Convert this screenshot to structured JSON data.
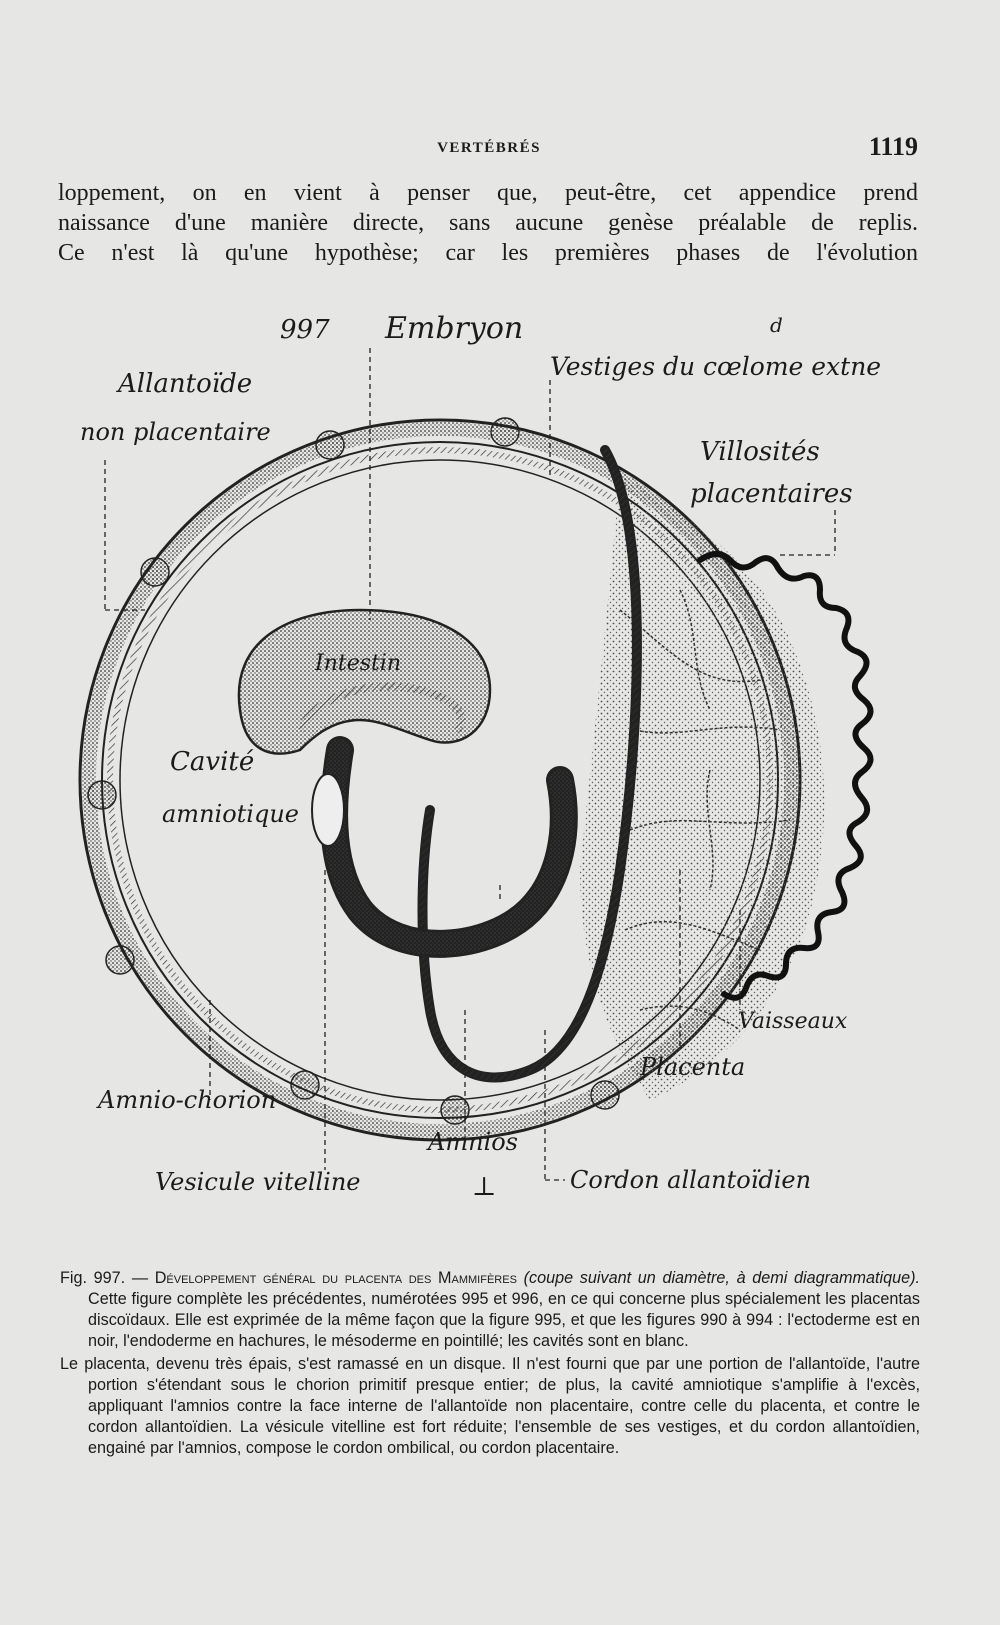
{
  "header": {
    "running_head": "VERTÉBRÉS",
    "page_number": "1119"
  },
  "body": {
    "lines": [
      "loppement, on en vient à penser que, peut-être, cet appendice prend",
      "naissance d'une manière directe, sans aucune genèse préalable de replis.",
      "Ce n'est là qu'une hypothèse; car les premières phases de l'évolution"
    ]
  },
  "figure": {
    "labels": {
      "fig_number": "997",
      "embryon": "Embryon",
      "allantoide": "Allantoïde",
      "non_placentaire": "non placentaire",
      "vestiges": "Vestiges du cœlome extne",
      "villosites": "Villosités",
      "placentaires": "placentaires",
      "intestin": "Intestin",
      "cavite": "Cavité",
      "amniotique": "amniotique",
      "vaisseaux": "Vaisseaux",
      "placenta": "Placenta",
      "amnio_chorion": "Amnio-chorion",
      "amnios": "Amnios",
      "vesicule": "Vesicule vitelline",
      "cordon": "Cordon allantoïdien",
      "d_mark": "d",
      "bottom_mark": "⊥"
    }
  },
  "caption": {
    "fig_ref": "Fig. 997. — ",
    "title_sc": "Développement général du placenta des Mammifères",
    "title_italic": " (coupe suivant un diamètre, à demi diagrammatique).",
    "desc": " Cette figure complète les précédentes, numérotées 995 et 996, en ce qui concerne plus spécialement les placentas discoïdaux. Elle est exprimée de la même façon que la figure 995, et que les figures 990 à 994 : l'ectoderme est en noir, l'endoderme en hachures, le mésoderme en pointillé; les cavités sont en blanc.",
    "paragraph2": "Le placenta, devenu très épais, s'est ramassé en un disque. Il n'est fourni que par une portion de l'allantoïde, l'autre portion s'étendant sous le chorion primitif presque entier; de plus, la cavité amniotique s'amplifie à l'excès, appliquant l'amnios contre la face interne de l'allantoïde non placentaire, contre celle du placenta, et contre le cordon allantoïdien. La vésicule vitelline est fort réduite; l'ensemble de ses vestiges, et du cordon allantoïdien, engainé par l'amnios, compose le cordon ombilical, ou cordon placentaire."
  }
}
